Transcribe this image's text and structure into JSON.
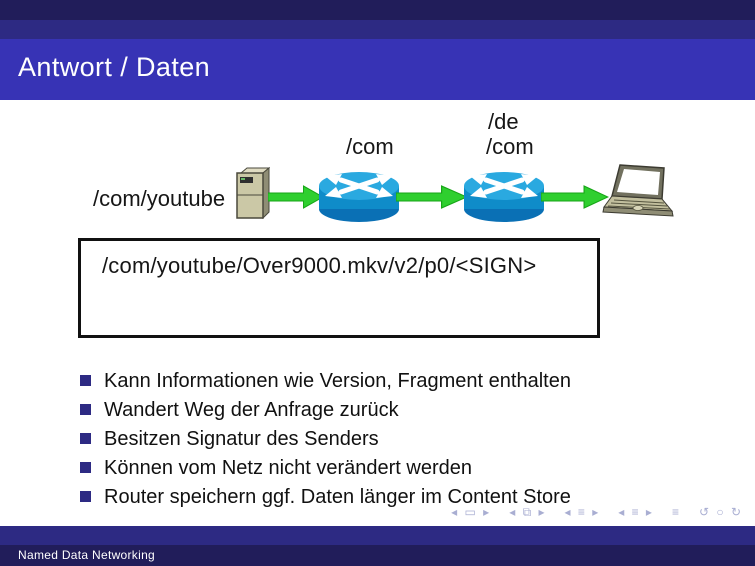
{
  "header": {
    "title": "Antwort / Daten"
  },
  "diagram": {
    "source_label": "/com/youtube",
    "router1_label": "/com",
    "router2_label_top": "/de",
    "router2_label_bottom": "/com"
  },
  "packet_box": {
    "text": "/com/youtube/Over9000.mkv/v2/p0/<SIGN>"
  },
  "bullets": [
    "Kann Informationen wie Version, Fragment enthalten",
    "Wandert Weg der Anfrage zurück",
    "Besitzen Signatur des Senders",
    "Können vom Netz nicht verändert werden",
    "Router speichern ggf. Daten länger im Content Store"
  ],
  "nav_symbols": [
    "◂ ▭ ▸",
    "◂ ⧉ ▸",
    "◂ ≡ ▸",
    "◂ ≡ ▸",
    "≡",
    "↺ ○ ↻"
  ],
  "footer": {
    "text": "Named Data Networking"
  },
  "colors": {
    "band_dark": "#211d5a",
    "band_mid": "#2d2a83",
    "title_bar": "#3733b5",
    "title_text": "#ffffff",
    "arrow_green": "#2fcf2f",
    "router_top": "#2aa9e0",
    "router_body": "#0f8cc9",
    "bullet_marker": "#2d2a83",
    "nav_icons": "#a9aed2",
    "box_border": "#111111"
  }
}
